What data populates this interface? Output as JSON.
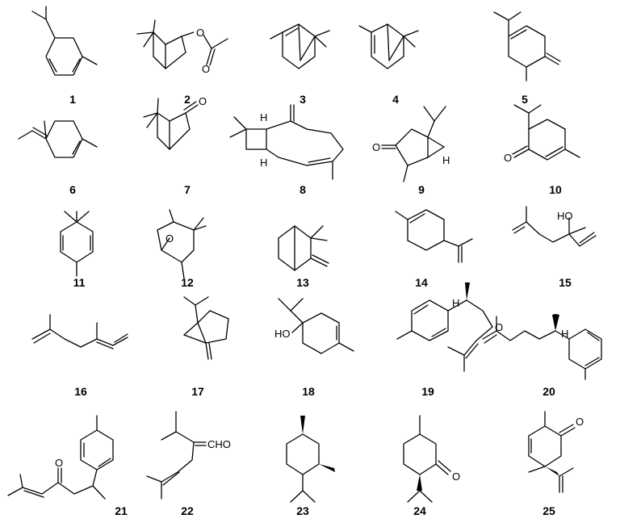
{
  "compounds": [
    {
      "id": "1"
    },
    {
      "id": "2"
    },
    {
      "id": "3"
    },
    {
      "id": "4"
    },
    {
      "id": "5"
    },
    {
      "id": "6"
    },
    {
      "id": "7"
    },
    {
      "id": "8"
    },
    {
      "id": "9"
    },
    {
      "id": "10"
    },
    {
      "id": "11"
    },
    {
      "id": "12"
    },
    {
      "id": "13"
    },
    {
      "id": "14"
    },
    {
      "id": "15"
    },
    {
      "id": "16"
    },
    {
      "id": "17"
    },
    {
      "id": "18"
    },
    {
      "id": "19"
    },
    {
      "id": "20"
    },
    {
      "id": "21"
    },
    {
      "id": "22"
    },
    {
      "id": "23"
    },
    {
      "id": "24"
    },
    {
      "id": "25"
    }
  ],
  "atoms": {
    "oxygen": "O",
    "hydroxyl": "HO",
    "hydrogen": "H",
    "aldehyde": "CHO"
  },
  "colors": {
    "ink": "#000000",
    "background": "#ffffff"
  }
}
